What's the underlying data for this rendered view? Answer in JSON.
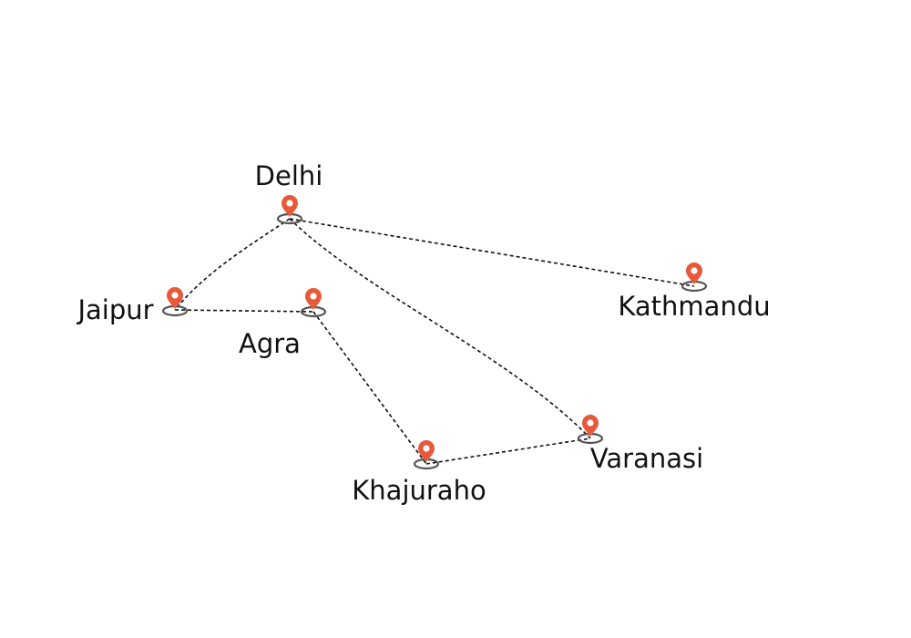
{
  "cities": {
    "delhi": "Delhi",
    "jaipur": "Jaipur",
    "agra": "Agra",
    "kathmandu": "Kathmandu",
    "khajuraho": "Khajuraho",
    "varanasi": "Varanasi"
  },
  "routes": [
    {
      "from": "delhi",
      "to": "jaipur"
    },
    {
      "from": "delhi",
      "to": "kathmandu"
    },
    {
      "from": "delhi",
      "to": "varanasi"
    },
    {
      "from": "jaipur",
      "to": "agra"
    },
    {
      "from": "agra",
      "to": "khajuraho"
    },
    {
      "from": "khajuraho",
      "to": "varanasi"
    }
  ],
  "colors": {
    "pin": "#e8593a",
    "pin_ring": "#555555",
    "route": "#111111",
    "label": "#111111"
  },
  "icons": {
    "marker": "map-pin-icon"
  }
}
